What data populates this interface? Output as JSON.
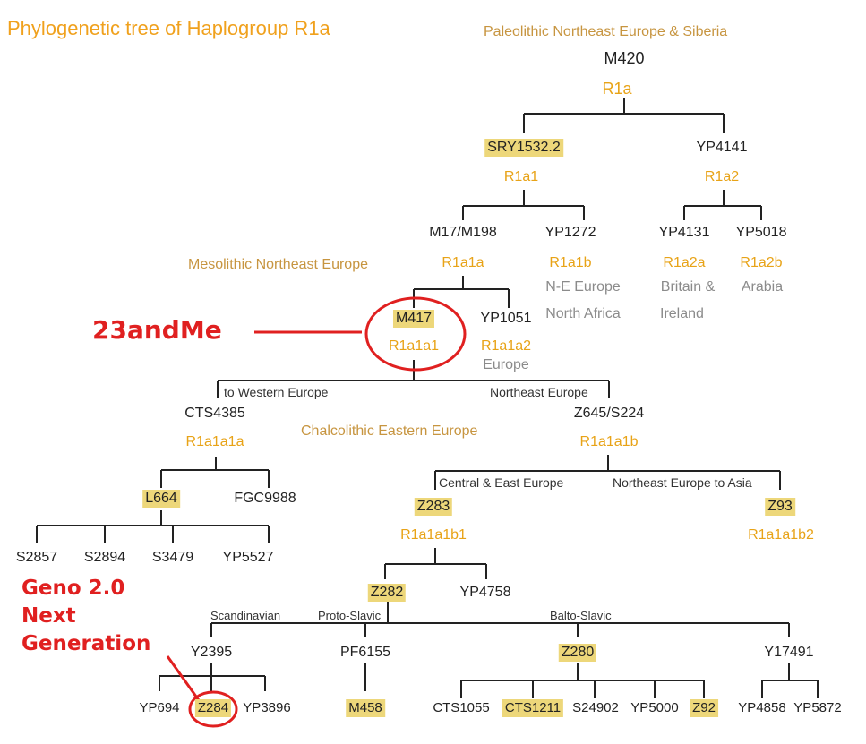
{
  "title": "Phylogenetic tree of Haplogroup R1a",
  "periods": {
    "paleolithic": "Paleolithic Northeast Europe & Siberia",
    "mesolithic": "Mesolithic Northeast Europe",
    "chalcolithic": "Chalcolithic Eastern Europe"
  },
  "nodes": {
    "m420": "M420",
    "r1a": "R1a",
    "sry1532": "SRY1532.2",
    "r1a1": "R1a1",
    "yp4141": "YP4141",
    "r1a2": "R1a2",
    "m17": "M17/M198",
    "r1a1a": "R1a1a",
    "yp1272": "YP1272",
    "r1a1b": "R1a1b",
    "r1a1b_geo1": "N-E Europe",
    "r1a1b_geo2": "North Africa",
    "yp4131": "YP4131",
    "r1a2a": "R1a2a",
    "r1a2a_geo1": "Britain &",
    "r1a2a_geo2": "Ireland",
    "yp5018": "YP5018",
    "r1a2b": "R1a2b",
    "r1a2b_geo": "Arabia",
    "m417": "M417",
    "r1a1a1": "R1a1a1",
    "yp1051": "YP1051",
    "r1a1a2": "R1a1a2",
    "r1a1a2_geo": "Europe",
    "cts4385": "CTS4385",
    "r1a1a1a": "R1a1a1a",
    "z645": "Z645/S224",
    "r1a1a1b": "R1a1a1b",
    "l664": "L664",
    "fgc9988": "FGC9988",
    "s2857": "S2857",
    "s2894": "S2894",
    "s3479": "S3479",
    "yp5527": "YP5527",
    "z283": "Z283",
    "r1a1a1b1": "R1a1a1b1",
    "z93": "Z93",
    "r1a1a1b2": "R1a1a1b2",
    "z282": "Z282",
    "yp4758": "YP4758",
    "y2395": "Y2395",
    "pf6155": "PF6155",
    "z280": "Z280",
    "y17491": "Y17491",
    "yp694": "YP694",
    "z284": "Z284",
    "yp3896": "YP3896",
    "m458": "M458",
    "cts1055": "CTS1055",
    "cts1211": "CTS1211",
    "s24902": "S24902",
    "yp5000": "YP5000",
    "z92": "Z92",
    "yp4858": "YP4858",
    "yp5872": "YP5872"
  },
  "branches": {
    "western": "to Western Europe",
    "northeast": "Northeast Europe",
    "central_east": "Central & East Europe",
    "ne_asia": "Northeast Europe to Asia",
    "scandinavian": "Scandinavian",
    "proto_slavic": "Proto-Slavic",
    "balto_slavic": "Balto-Slavic"
  },
  "annotations": {
    "twentythree": "23andMe",
    "geno_line1": "Geno 2.0",
    "geno_line2": "Next",
    "geno_line3": "Generation"
  },
  "colors": {
    "highlight": "#edd77a",
    "haplogroup": "#e8a317",
    "region": "#c79540",
    "annotation": "#e02020"
  }
}
